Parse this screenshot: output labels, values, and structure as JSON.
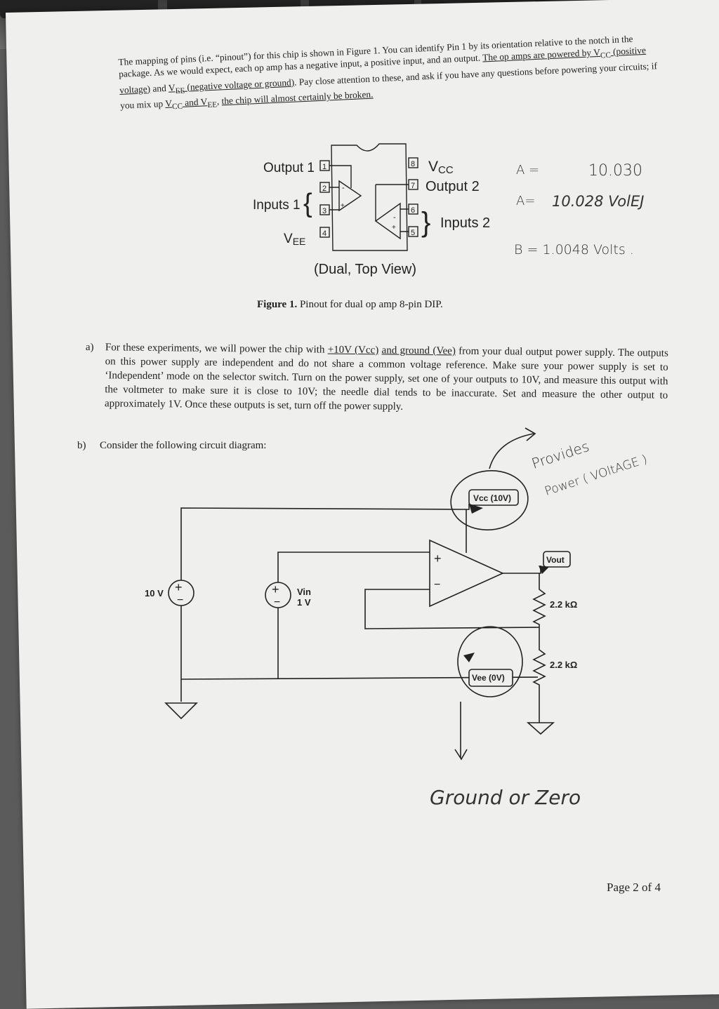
{
  "document": {
    "intro": {
      "s1": "The mapping of pins (i.e. “pinout”) for this chip is shown in Figure 1. You can identify Pin 1 by its orientation relative to the notch in the package. As we would expect, each op amp has a negative input, a positive input, and an output.",
      "s2": "The op amps are powered by V",
      "s2_sub": "CC",
      "s3": "(positive voltage)",
      "s4": " and ",
      "s5": "V",
      "s5_sub": "EE",
      "s6": " (negative voltage or ground)",
      "s7": ". Pay close attention to these, and ask if you have any questions before powering your circuits; if you mix up ",
      "s8": "V",
      "s8_sub": "CC",
      "s9": " and V",
      "s9_sub": "EE",
      "s10": ",",
      "s11": "the chip will almost certainly be broken."
    },
    "pinout": {
      "output1": "Output 1",
      "inputs1": "Inputs 1",
      "vee": "V",
      "vee_sub": "EE",
      "vcc": "V",
      "vcc_sub": "CC",
      "output2": "Output 2",
      "inputs2": "Inputs 2",
      "view": "(Dual, Top View)",
      "pins": [
        "1",
        "2",
        "3",
        "4",
        "8",
        "7",
        "6",
        "5"
      ],
      "minus": "-",
      "plus": "+"
    },
    "caption": {
      "label": "Figure 1.",
      "text": " Pinout for dual op amp 8-pin DIP."
    },
    "question_a": {
      "label": "a)",
      "t1": "For these experiments, we will power the chip with ",
      "t2": "+10V (Vcc)",
      "t3": " ",
      "t4": "and ground (Vee)",
      "t5": " from your dual output power supply. The outputs on this power supply are independent and do not share a common voltage reference. Make sure your power supply is set to ‘Independent’ mode on the selector switch. Turn on the power supply, set one of your outputs to 10V, and measure this output with the voltmeter to make sure it is close to 10V; the needle dial tends to be inaccurate. Set and measure the other output to approximately 1V. Once these outputs is set, turn off the power supply."
    },
    "question_b": {
      "label": "b)",
      "text": "Consider the following circuit diagram:"
    },
    "circuit": {
      "source1_label": "10 V",
      "source2_name": "Vin",
      "source2_value": "1 V",
      "vcc_tag": "Vcc (10V)",
      "vout_tag": "Vout",
      "vee_tag": "Vee (0V)",
      "r1": "2.2 kΩ",
      "r2": "2.2 kΩ",
      "plus": "+",
      "minus": "−"
    },
    "handwriting": {
      "a1": "A =",
      "a1_val": "10.030",
      "a2": "A=",
      "a2_val": "10.028 VolEJ",
      "b": "B = 1.0048 Volts .",
      "provides": "Provides",
      "power": "Power ( VOltAGE )",
      "ground": "Ground or Zero"
    },
    "page_number": "Page 2 of 4"
  }
}
